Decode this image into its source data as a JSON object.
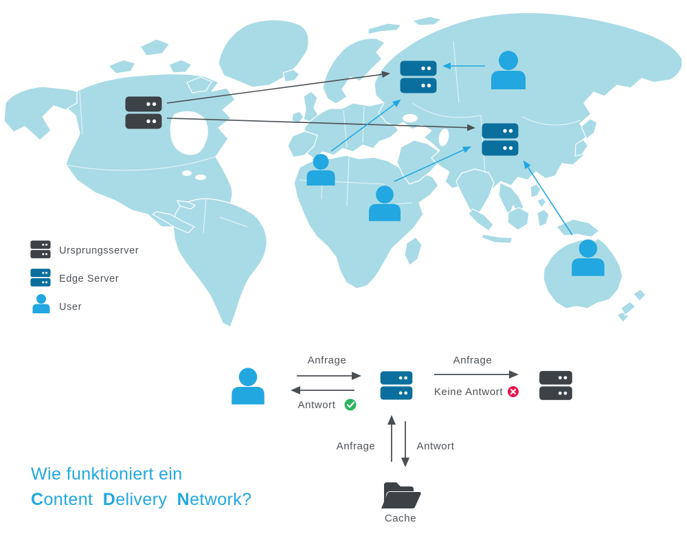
{
  "title": {
    "line1": "Wie funktioniert ein",
    "words": [
      {
        "lead": "C",
        "rest": "ontent"
      },
      {
        "lead": "D",
        "rest": "elivery"
      },
      {
        "lead": "N",
        "rest": "etwork?"
      }
    ]
  },
  "legend": {
    "items": [
      {
        "icon": "origin-server-icon",
        "label": "Ursprungsserver"
      },
      {
        "icon": "edge-server-icon",
        "label": "Edge Server"
      },
      {
        "icon": "user-icon",
        "label": "User"
      }
    ]
  },
  "flow": {
    "request_user_label": "Anfrage",
    "response_user_label": "Antwort",
    "request_origin_label": "Anfrage",
    "no_response_label": "Keine Antwort",
    "request_cache_label": "Anfrage",
    "response_cache_label": "Antwort",
    "cache_label": "Cache",
    "response_ok_icon": "check-circle",
    "no_response_icon": "cross-circle"
  },
  "map_nodes": [
    {
      "id": "origin-server",
      "type": "origin-server",
      "location": "north-america"
    },
    {
      "id": "edge-server-europe",
      "type": "edge-server",
      "location": "northern-europe"
    },
    {
      "id": "edge-server-asia",
      "type": "edge-server",
      "location": "central-asia"
    },
    {
      "id": "user-russia",
      "type": "user",
      "location": "russia"
    },
    {
      "id": "user-north-africa",
      "type": "user",
      "location": "north-africa"
    },
    {
      "id": "user-east-africa",
      "type": "user",
      "location": "east-africa"
    },
    {
      "id": "user-australia",
      "type": "user",
      "location": "australia"
    }
  ],
  "map_links": [
    {
      "from": "origin-server",
      "to": "edge-server-europe",
      "style": "dark"
    },
    {
      "from": "origin-server",
      "to": "edge-server-asia",
      "style": "dark"
    },
    {
      "from": "user-russia",
      "to": "edge-server-europe",
      "style": "blue"
    },
    {
      "from": "user-north-africa",
      "to": "edge-server-europe",
      "style": "blue"
    },
    {
      "from": "user-east-africa",
      "to": "edge-server-asia",
      "style": "blue"
    },
    {
      "from": "user-australia",
      "to": "edge-server-asia",
      "style": "blue"
    }
  ],
  "colors": {
    "map": "#a9dbe6",
    "accent_blue": "#22a7e0",
    "edge_server": "#0b6f9d",
    "origin_server": "#3d4247",
    "arrow_dark": "#4a4f54",
    "text": "#4d5257",
    "success_green": "#2bb45e",
    "error_red": "#e5164d"
  }
}
